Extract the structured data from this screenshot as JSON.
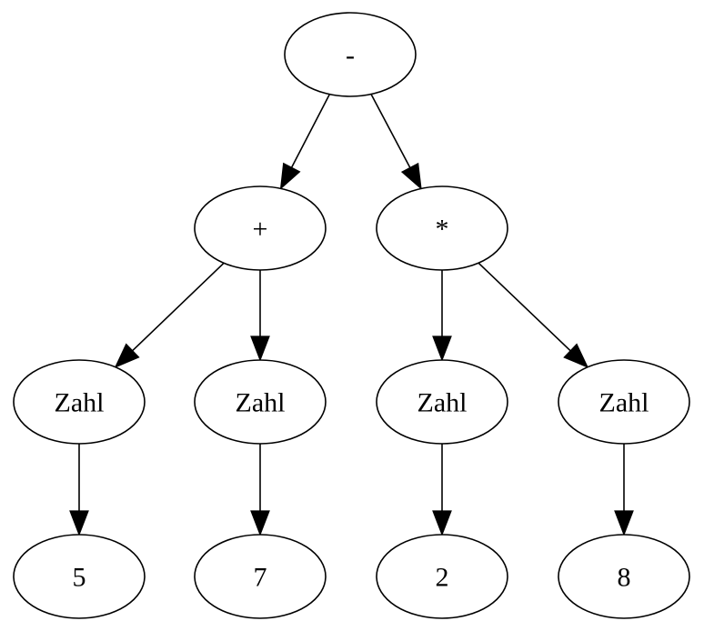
{
  "diagram": {
    "nodes": [
      {
        "id": "n_minus",
        "label": "-"
      },
      {
        "id": "n_plus",
        "label": "+"
      },
      {
        "id": "n_times",
        "label": "*"
      },
      {
        "id": "n_zahl1",
        "label": "Zahl"
      },
      {
        "id": "n_zahl2",
        "label": "Zahl"
      },
      {
        "id": "n_zahl3",
        "label": "Zahl"
      },
      {
        "id": "n_zahl4",
        "label": "Zahl"
      },
      {
        "id": "n_5",
        "label": "5"
      },
      {
        "id": "n_7",
        "label": "7"
      },
      {
        "id": "n_2",
        "label": "2"
      },
      {
        "id": "n_8",
        "label": "8"
      }
    ],
    "edges": [
      {
        "from": "n_minus",
        "to": "n_plus"
      },
      {
        "from": "n_minus",
        "to": "n_times"
      },
      {
        "from": "n_plus",
        "to": "n_zahl1"
      },
      {
        "from": "n_plus",
        "to": "n_zahl2"
      },
      {
        "from": "n_times",
        "to": "n_zahl3"
      },
      {
        "from": "n_times",
        "to": "n_zahl4"
      },
      {
        "from": "n_zahl1",
        "to": "n_5"
      },
      {
        "from": "n_zahl2",
        "to": "n_7"
      },
      {
        "from": "n_zahl3",
        "to": "n_2"
      },
      {
        "from": "n_zahl4",
        "to": "n_8"
      }
    ]
  }
}
